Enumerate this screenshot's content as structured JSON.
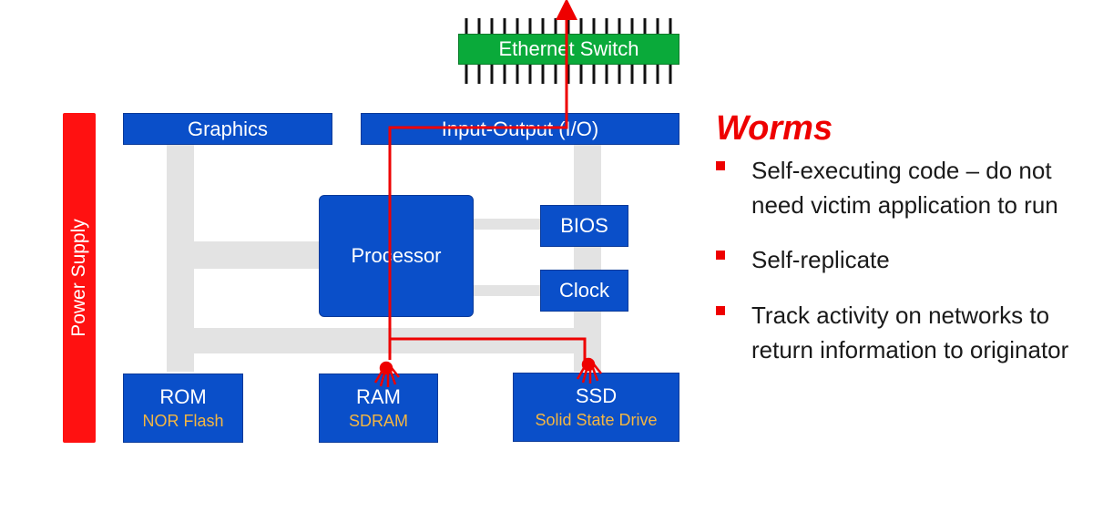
{
  "diagram": {
    "power_supply": "Power Supply",
    "ethernet_switch": "Ethernet Switch",
    "graphics": "Graphics",
    "io": "Input-Output (I/O)",
    "processor": "Processor",
    "bios": "BIOS",
    "clock": "Clock",
    "rom": {
      "title": "ROM",
      "sub": "NOR Flash"
    },
    "ram": {
      "title": "RAM",
      "sub": "SDRAM"
    },
    "ssd": {
      "title": "SSD",
      "sub": "Solid State Drive"
    }
  },
  "panel": {
    "title": "Worms",
    "bullets": [
      "Self-executing code – do not need victim application to run",
      "Self-replicate",
      "Track activity on networks to return information to originator"
    ]
  },
  "colors": {
    "block_blue": "#0a4fc9",
    "sub_orange": "#f4b642",
    "power_red": "#ff1111",
    "switch_green": "#0aaa3a",
    "worm_red": "#ee0000",
    "bus_gray": "#e3e3e3"
  }
}
